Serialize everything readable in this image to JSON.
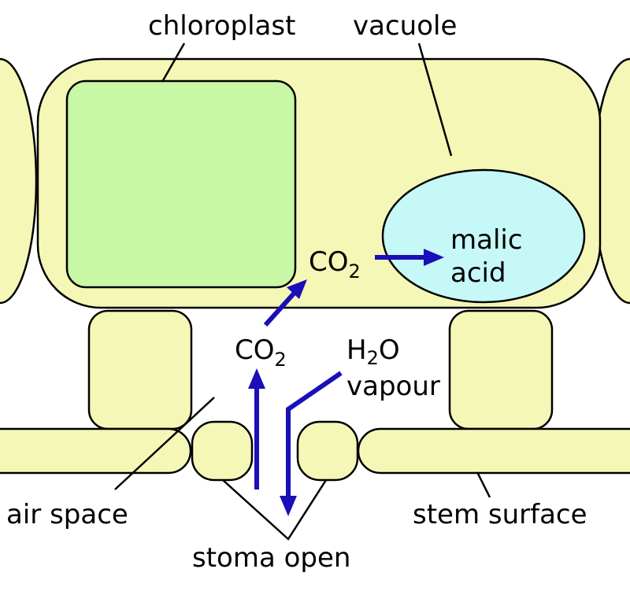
{
  "labels": {
    "chloroplast": "chloroplast",
    "vacuole": "vacuole",
    "co2_cell": "CO",
    "co2_cell_sub": "2",
    "malic_1": "malic",
    "malic_2": "acid",
    "co2_air": "CO",
    "co2_air_sub": "2",
    "h2o": "H",
    "h2o_sub": "2",
    "h2o_o": "O",
    "vapour": "vapour",
    "air_space": "air space",
    "stem_surface": "stem surface",
    "stoma_open": "stoma open"
  },
  "colors": {
    "cell_fill": "#F5F7B6",
    "chloroplast_fill": "#C8F7A6",
    "vacuole_fill": "#C6F8F8",
    "arrow": "#1A0FB8"
  }
}
